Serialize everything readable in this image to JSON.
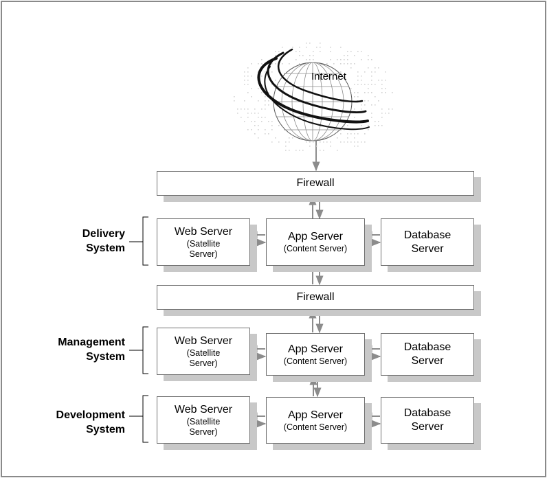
{
  "internet": {
    "label": "Internet"
  },
  "firewalls": [
    "Firewall",
    "Firewall"
  ],
  "systems": [
    {
      "name": [
        "Delivery",
        "System"
      ],
      "web_server": {
        "title": "Web Server",
        "sub": [
          "(Satellite",
          "Server)"
        ]
      },
      "app_server": {
        "title": "App Server",
        "sub": [
          "(Content Server)"
        ]
      },
      "database_server": {
        "title": [
          "Database",
          "Server"
        ]
      }
    },
    {
      "name": [
        "Management",
        "System"
      ],
      "web_server": {
        "title": "Web Server",
        "sub": [
          "(Satellite",
          "Server)"
        ]
      },
      "app_server": {
        "title": "App Server",
        "sub": [
          "(Content Server)"
        ]
      },
      "database_server": {
        "title": [
          "Database",
          "Server"
        ]
      }
    },
    {
      "name": [
        "Development",
        "System"
      ],
      "web_server": {
        "title": "Web Server",
        "sub": [
          "(Satellite",
          "Server)"
        ]
      },
      "app_server": {
        "title": "App Server",
        "sub": [
          "(Content Server)"
        ]
      },
      "database_server": {
        "title": [
          "Database",
          "Server"
        ]
      }
    }
  ],
  "colors": {
    "connector": "#8c8c8c",
    "box_border": "#6e6e6e",
    "box_shadow": "#c8c8c8",
    "frame": "#8a8a8a"
  }
}
